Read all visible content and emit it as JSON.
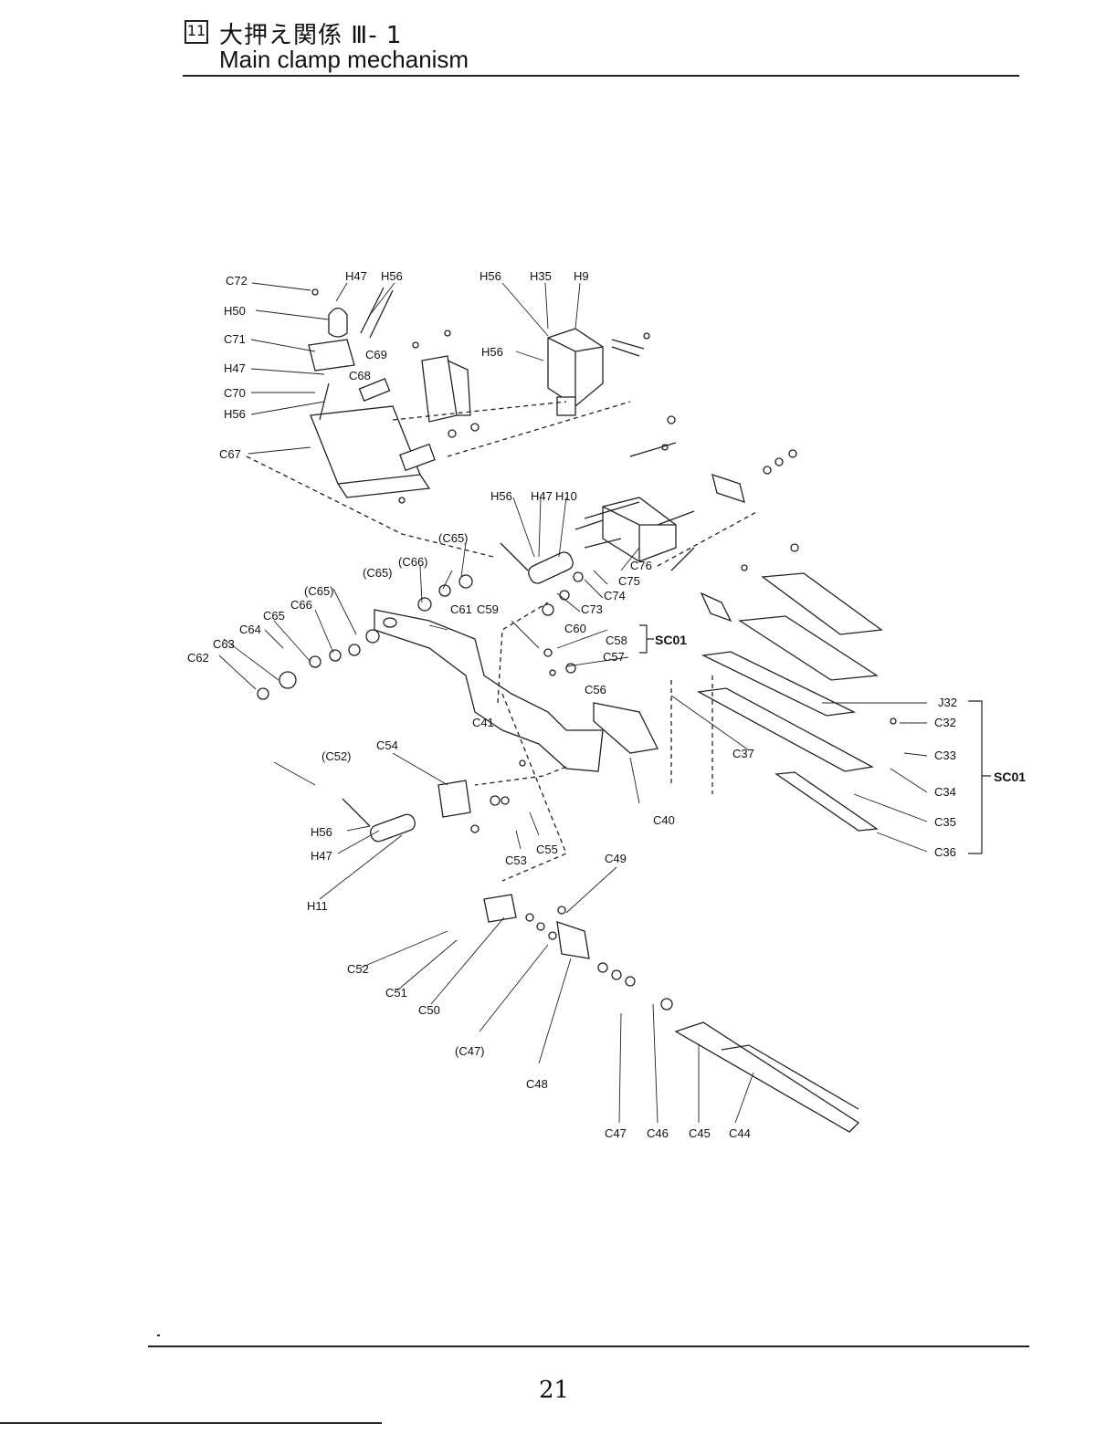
{
  "header": {
    "section_number": "11",
    "title_ja": "大押え関係 Ⅲ- 1",
    "title_en": "Main clamp mechanism"
  },
  "diagram": {
    "labels": [
      "C72",
      "H47",
      "H56",
      "H50",
      "C71",
      "C69",
      "H47",
      "C68",
      "C70",
      "H56",
      "C67",
      "H56",
      "H35",
      "H9",
      "H56",
      "H56",
      "H47",
      "H10",
      "C76",
      "C75",
      "C74",
      "C73",
      "(C65)",
      "(C66)",
      "(C65)",
      "(C65)",
      "C66",
      "C65",
      "C64",
      "C63",
      "C62",
      "C61",
      "C59",
      "C60",
      "C58",
      "SC01",
      "C57",
      "C56",
      "C41",
      "C54",
      "(C52)",
      "C55",
      "C53",
      "H56",
      "H47",
      "H11",
      "C40",
      "C37",
      "J32",
      "C32",
      "C33",
      "C34",
      "C35",
      "C36",
      "SC01",
      "C49",
      "C52",
      "C51",
      "C50",
      "(C47)",
      "C48",
      "C47",
      "C46",
      "C45",
      "C44"
    ]
  },
  "footer": {
    "page_number": "21"
  }
}
